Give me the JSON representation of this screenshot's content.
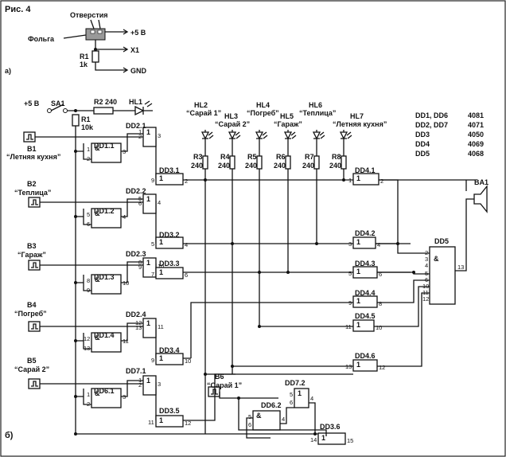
{
  "figure": {
    "title": "Рис. 4",
    "part_a": "а)",
    "part_b": "б)"
  },
  "sensor_detail": {
    "holes": "Отверстия",
    "foil": "Фольга",
    "supply": "+5 В",
    "output": "X1",
    "resistor": "R1",
    "resistor_value": "1k",
    "ground": "GND"
  },
  "power": {
    "supply": "+5 В",
    "switch": "SA1",
    "r2": "R2 240",
    "hl1": "HL1",
    "r1": "R1",
    "r1_value": "10k"
  },
  "sensors": [
    {
      "id": "B1",
      "name": "“Летняя кухня”"
    },
    {
      "id": "B2",
      "name": "“Теплица”"
    },
    {
      "id": "B3",
      "name": "“Гараж”"
    },
    {
      "id": "B4",
      "name": "“Погреб”"
    },
    {
      "id": "B5",
      "name": "“Сарай 2”"
    },
    {
      "id": "B6",
      "name": "“Сарай 1”"
    }
  ],
  "leds": [
    {
      "id": "HL2",
      "name": "“Сарай 1”",
      "resistor": "R3",
      "value": "240"
    },
    {
      "id": "HL3",
      "name": "“Сарай 2”",
      "resistor": "R4",
      "value": "240"
    },
    {
      "id": "HL4",
      "name": "“Погреб”",
      "resistor": "R5",
      "value": "240"
    },
    {
      "id": "HL5",
      "name": "“Гараж”",
      "resistor": "R6",
      "value": "240"
    },
    {
      "id": "HL6",
      "name": "“Теплица”",
      "resistor": "R7",
      "value": "240"
    },
    {
      "id": "HL7",
      "name": "“Летняя кухня”",
      "resistor": "R8",
      "value": "240"
    }
  ],
  "gates": {
    "dd2_1": "DD2.1",
    "dd1_1": "DD1.1",
    "dd3_1": "DD3.1",
    "dd2_2": "DD2.2",
    "dd1_2": "DD1.2",
    "dd3_2": "DD3.2",
    "dd2_3": "DD2.3",
    "dd1_3": "DD1.3",
    "dd3_3": "DD3.3",
    "dd2_4": "DD2.4",
    "dd1_4": "DD1.4",
    "dd3_4": "DD3.4",
    "dd7_1": "DD7.1",
    "dd6_1": "DD6.1",
    "dd3_5": "DD3.5",
    "dd7_2": "DD7.2",
    "dd6_2": "DD6.2",
    "dd3_6": "DD3.6",
    "dd4_1": "DD4.1",
    "dd4_2": "DD4.2",
    "dd4_3": "DD4.3",
    "dd4_4": "DD4.4",
    "dd4_5": "DD4.5",
    "dd4_6": "DD4.6",
    "dd5": "DD5",
    "ba1": "BA1",
    "dd5_pin": "13",
    "and_sym": "&",
    "one_sym": "1"
  },
  "legend": [
    {
      "part": "DD1, DD6",
      "chip": "4081"
    },
    {
      "part": "DD2, DD7",
      "chip": "4071"
    },
    {
      "part": "DD3",
      "chip": "4050"
    },
    {
      "part": "DD4",
      "chip": "4069"
    },
    {
      "part": "DD5",
      "chip": "4068"
    }
  ]
}
